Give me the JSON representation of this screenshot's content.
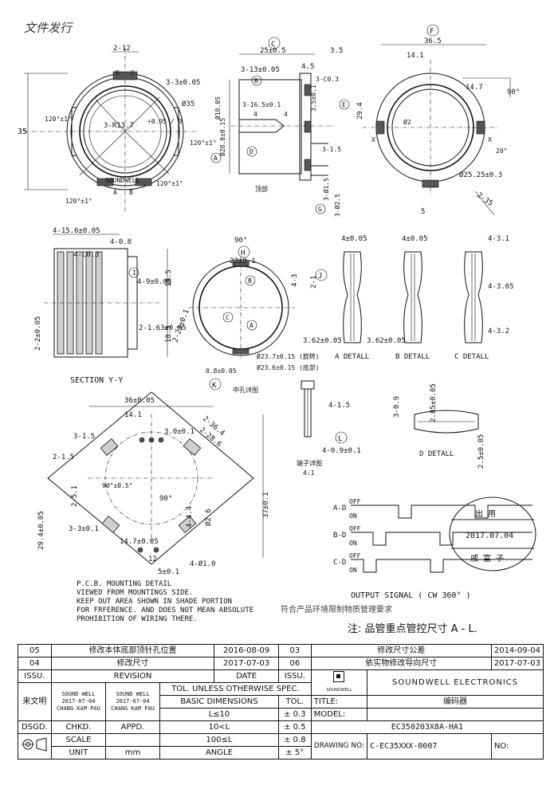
{
  "header": {
    "stamp_text": "文件发行"
  },
  "top_views": {
    "front": {
      "dims": [
        "2-12",
        "D",
        "C",
        "3-3±0.05",
        "Ø35",
        "35",
        "3-R13.7",
        "120°±1°",
        "120°±1°",
        "120°±1°",
        "120°±1°",
        "SOUNDWELL",
        "A",
        "B"
      ],
      "tol": "+0.05 / 0"
    },
    "side": {
      "circle_label": "C",
      "dims": [
        "25±0.5",
        "3.5",
        "3-13±0.05",
        "4.5",
        "B",
        "3-C0.3",
        "3-16.5±0.1",
        "4",
        "4",
        "3.5±0.1",
        "Ø28.8±0.15",
        "Ø18.05",
        "3-1.5",
        "3-Ø1.5",
        "3-Ø2.5",
        "顶部"
      ],
      "circles": [
        "A",
        "E",
        "D",
        "G"
      ]
    },
    "right": {
      "circle_label": "F",
      "dims": [
        "36.5",
        "14.1",
        "14.7",
        "90°",
        "29.4",
        "Ø2",
        "X",
        "X",
        "20°",
        "Ø25.25±0.3",
        "2-35",
        "5"
      ]
    }
  },
  "mid_views": {
    "section": {
      "dims": [
        "4-15.6±0.05",
        "4-0.8",
        "4-C0.3",
        "4-9±0.05",
        "18.5",
        "18.5",
        "2-2±0.05",
        "2-1.63±0.05",
        "I"
      ],
      "caption": "SECTION Y-Y"
    },
    "hole": {
      "dims": [
        "90°",
        "23±0.1",
        "4-3",
        "2-1",
        "2-23±0.1",
        "Ø23.7±0.15 (旋转)",
        "Ø23.6±0.15 (底部)",
        "0.8±0.05",
        "H",
        "J",
        "K",
        "B",
        "C",
        "A"
      ],
      "caption": "中孔详图"
    },
    "details": [
      {
        "label": "A DETALL",
        "dim": "4±0.05"
      },
      {
        "label": "B DETALL",
        "dim": "4±0.05"
      },
      {
        "label": "C DETALL",
        "dims": [
          "4-3.1",
          "4-3.05",
          "4-3.2"
        ]
      }
    ],
    "details_extra": [
      "3.62±0.05",
      "3.62±0.05"
    ]
  },
  "bottom_views": {
    "pcb": {
      "dims": [
        "36±0.05",
        "14.1",
        "3-1.5",
        "2-1.5",
        "3.0±0.1",
        "2-36.4",
        "2-28.6",
        "90°±0.5°",
        "2-5.1",
        "3-3±0.1",
        "37±0.1",
        "29.4±0.05",
        "14.7±0.05",
        "4-4.4",
        "Ø2.6",
        "5±0.1",
        "4-Ø1.0",
        "90°",
        "12"
      ],
      "notes": [
        "P.C.B. MOUNTING DETAIL",
        "VIEWED FROM MOUNTINGS SIDE.",
        "KEEP OUT AREA SHOWN IN SHADE PORTION",
        "FOR FRFERENCE. AND DOES NOT MEAN ABSOLUTE",
        "PROHIBITION OF WIRING THERE."
      ]
    },
    "pin": {
      "dims": [
        "4-1.5",
        "4-0.9±0.1",
        "L"
      ],
      "caption": "端子详图",
      "scale": "4:1"
    },
    "d_detail": {
      "dims": [
        "3-0.9",
        "2.85±0.05",
        "2.5±0.05",
        "D DETALL"
      ]
    },
    "signal": {
      "rows": [
        {
          "label": "A-D",
          "on": "ON",
          "off": "OFF"
        },
        {
          "label": "B-D",
          "on": "ON",
          "off": "OFF"
        },
        {
          "label": "C-D",
          "on": "ON",
          "off": "OFF"
        }
      ],
      "title": "OUTPUT SIGNAL ( CW 360° )",
      "cn_note": "符合产品环境限制物质管理要求",
      "key_note": "注: 品管重点管控尺寸 A - L."
    },
    "release_stamp": {
      "top": "出 用",
      "date": "2017.07.04",
      "name": "戚 富 子"
    }
  },
  "title_block": {
    "revisions": [
      {
        "no": "05",
        "desc": "修改本体底部顶针孔位置",
        "date": "2016-08-09"
      },
      {
        "no": "03",
        "desc": "修改尺寸公差",
        "date": "2014-09-04"
      },
      {
        "no": "04",
        "desc": "修改尺寸",
        "date": "2017-07-03"
      },
      {
        "no": "06",
        "desc": "依实物修改导向尺寸",
        "date": "2017-07-03"
      }
    ],
    "headers": {
      "iss": "ISSU.",
      "revision": "REVISION",
      "date": "DATE"
    },
    "company": "SOUNDWELL  ELECTRONICS",
    "logo_caption": "SOUNDWELL",
    "title_label": "TITLE:",
    "title_value": "编码器",
    "model_label": "MODEL:",
    "model_value": "EC350203X8A-HA1",
    "drawing_no_label": "DRAWING NO:",
    "drawing_no_value": "C-EC35XXX-0007",
    "no_label": "NO:",
    "signer": "来文明",
    "tol_header": "TOL. UNLESS OTHERWISE SPEC.",
    "basic_dims": "BASIC DIMENSIONS",
    "tol": "TOL.",
    "tol_rows": [
      {
        "range": "L≤10",
        "tol": "± 0.3"
      },
      {
        "range": "10<L",
        "tol": "± 0.5"
      },
      {
        "range": "100≤L",
        "tol": "± 0.8"
      },
      {
        "range": "ANGLE",
        "tol": "± 5°"
      }
    ],
    "dsgd": "DSGD.",
    "chkd": "CHKD.",
    "appd": "APPD.",
    "scale": "SCALE",
    "unit": "UNIT",
    "unit_value": "mm",
    "stamp_top": "SOUND WELL",
    "stamp_date": "2017-07-04",
    "stamp_name": "CHANG KAM PAU"
  }
}
